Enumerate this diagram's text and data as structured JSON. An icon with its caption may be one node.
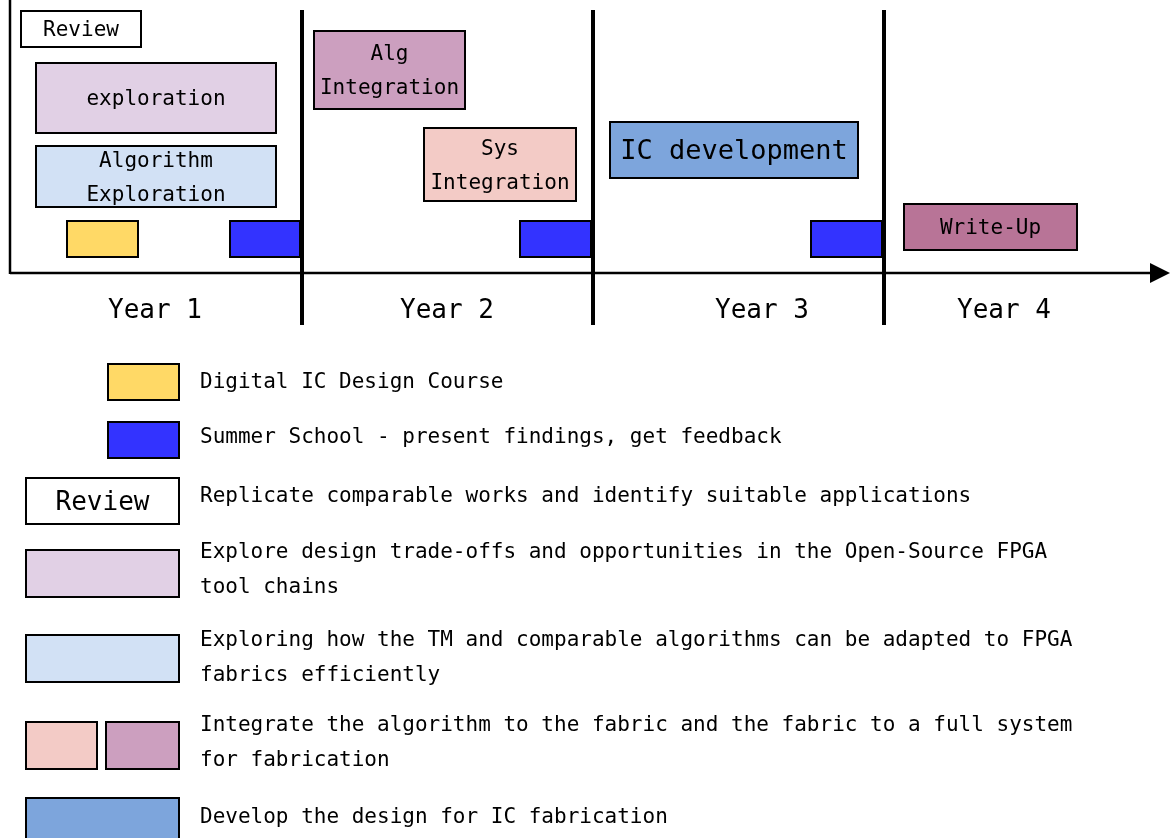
{
  "diagram": {
    "nodes": [
      {
        "text": [
          "Review"
        ]
      },
      {
        "text": [
          "exploration"
        ]
      },
      {
        "text": [
          "Algorithm Exploration"
        ]
      },
      {
        "text": [],
        "shape": "bar"
      },
      {
        "text": [],
        "shape": "bar"
      },
      {
        "text": [
          "Alg Integration"
        ]
      },
      {
        "text": [
          "Sys Integration"
        ]
      },
      {
        "text": [],
        "shape": "bar"
      },
      {
        "text": [
          "IC development"
        ]
      },
      {
        "text": [],
        "shape": "bar"
      },
      {
        "text": [
          "Write-Up"
        ]
      }
    ],
    "labels": [
      "Year 1",
      "Year 2",
      "Year 3",
      "Year 4",
      "Review"
    ],
    "legend": [
      {
        "text": "Digital IC Design Course",
        "color": "#ffd966"
      },
      {
        "text": "Summer School - present findings, get feedback",
        "color": "#3333ff"
      },
      {
        "text": "Replicate comparable works and identify suitable applications",
        "color": "#ffffff"
      },
      {
        "text": "Explore design trade-offs and opportunities in the Open-Source FPGA tool chains",
        "color": "#e1d0e5"
      },
      {
        "text": "Exploring how the TM and comparable algorithms can be adapted to FPGA fabrics efficiently",
        "color": "#d2e1f5"
      },
      {
        "text": "Integrate the algorithm to the fabric and the fabric to a full system for fabrication",
        "color": "#f3cbc6"
      },
      {
        "text": "Develop the design for IC fabrication",
        "color": "#7da5dc"
      }
    ]
  }
}
